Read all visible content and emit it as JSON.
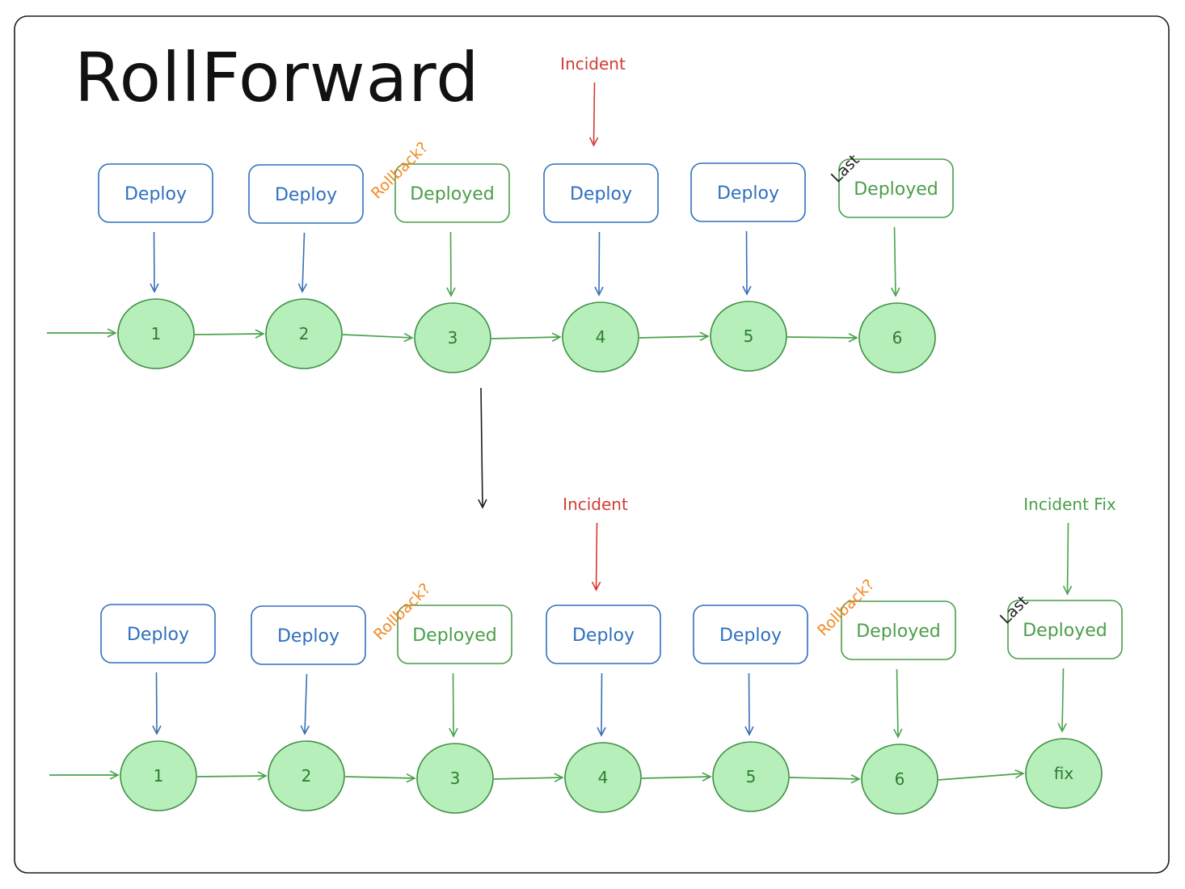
{
  "title": "RollForward",
  "colors": {
    "deploy": "#2f6fbf",
    "deployed": "#4a9e49",
    "node_fill": "#b6efb9",
    "incident": "#d23b33",
    "rollback": "#f08a24",
    "last": "#1e1e1e"
  },
  "top": {
    "boxes": [
      {
        "label": "Deploy",
        "kind": "deploy"
      },
      {
        "label": "Deploy",
        "kind": "deploy"
      },
      {
        "label": "Deployed",
        "kind": "deployed",
        "tag": "Rollback?"
      },
      {
        "label": "Deploy",
        "kind": "deploy",
        "incident": "Incident"
      },
      {
        "label": "Deploy",
        "kind": "deploy"
      },
      {
        "label": "Deployed",
        "kind": "deployed",
        "tag": "Last"
      }
    ],
    "nodes": [
      "1",
      "2",
      "3",
      "4",
      "5",
      "6"
    ]
  },
  "bottom": {
    "boxes": [
      {
        "label": "Deploy",
        "kind": "deploy"
      },
      {
        "label": "Deploy",
        "kind": "deploy"
      },
      {
        "label": "Deployed",
        "kind": "deployed",
        "tag": "Rollback?"
      },
      {
        "label": "Deploy",
        "kind": "deploy",
        "incident": "Incident"
      },
      {
        "label": "Deploy",
        "kind": "deploy"
      },
      {
        "label": "Deployed",
        "kind": "deployed",
        "tag": "Rollback?"
      },
      {
        "label": "Deployed",
        "kind": "deployed",
        "tag": "Last",
        "incident": "Incident Fix"
      }
    ],
    "nodes": [
      "1",
      "2",
      "3",
      "4",
      "5",
      "6",
      "fix"
    ]
  }
}
